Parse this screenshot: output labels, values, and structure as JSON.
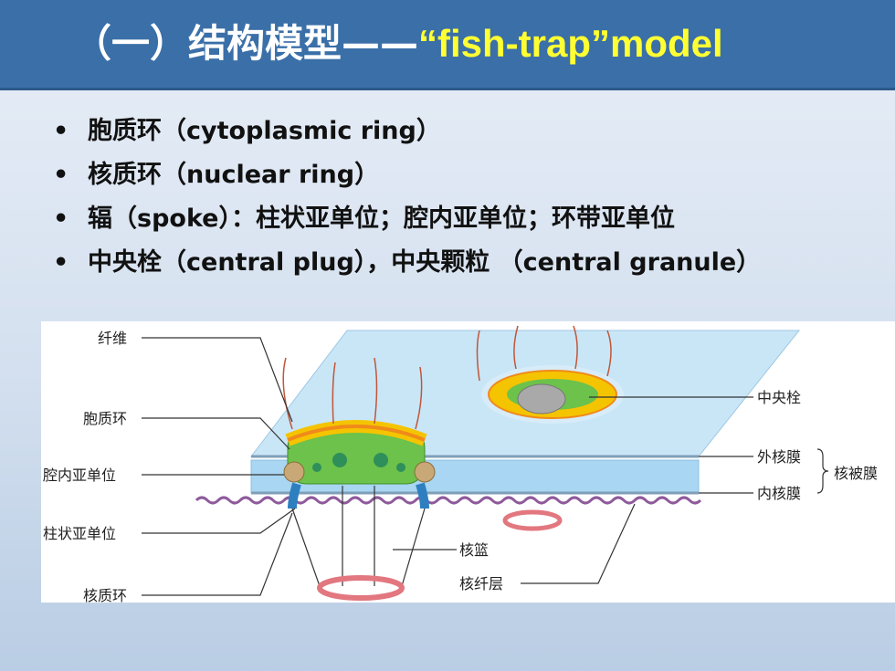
{
  "title": {
    "main": "（一）结构模型——",
    "accent": "“fish-trap”model"
  },
  "bullets": [
    "胞质环（cytoplasmic ring）",
    "核质环（nuclear ring）",
    "辐（spoke）：柱状亚单位；腔内亚单位；环带亚单位",
    "中央栓（central plug），中央颗粒 （central granule）"
  ],
  "bullet_symbol": "•",
  "figure_labels": {
    "fiber": "纤维",
    "cyto_ring": "胞质环",
    "lumenal_subunit": "腔内亚单位",
    "column_subunit": "柱状亚单位",
    "nuclear_ring": "核质环",
    "central_plug": "中央栓",
    "outer_membrane": "外核膜",
    "inner_membrane": "内核膜",
    "nuclear_envelope": "核被膜",
    "nuclear_basket": "核篮",
    "nuclear_lamina": "核纤层"
  },
  "colors": {
    "title_bg": "#3a6fa8",
    "accent": "#ffff33",
    "membrane": "#bfe1f5",
    "ring_yellow": "#f5c400",
    "subunit_green": "#6cc24a",
    "basket_ring": "#e2777f"
  }
}
